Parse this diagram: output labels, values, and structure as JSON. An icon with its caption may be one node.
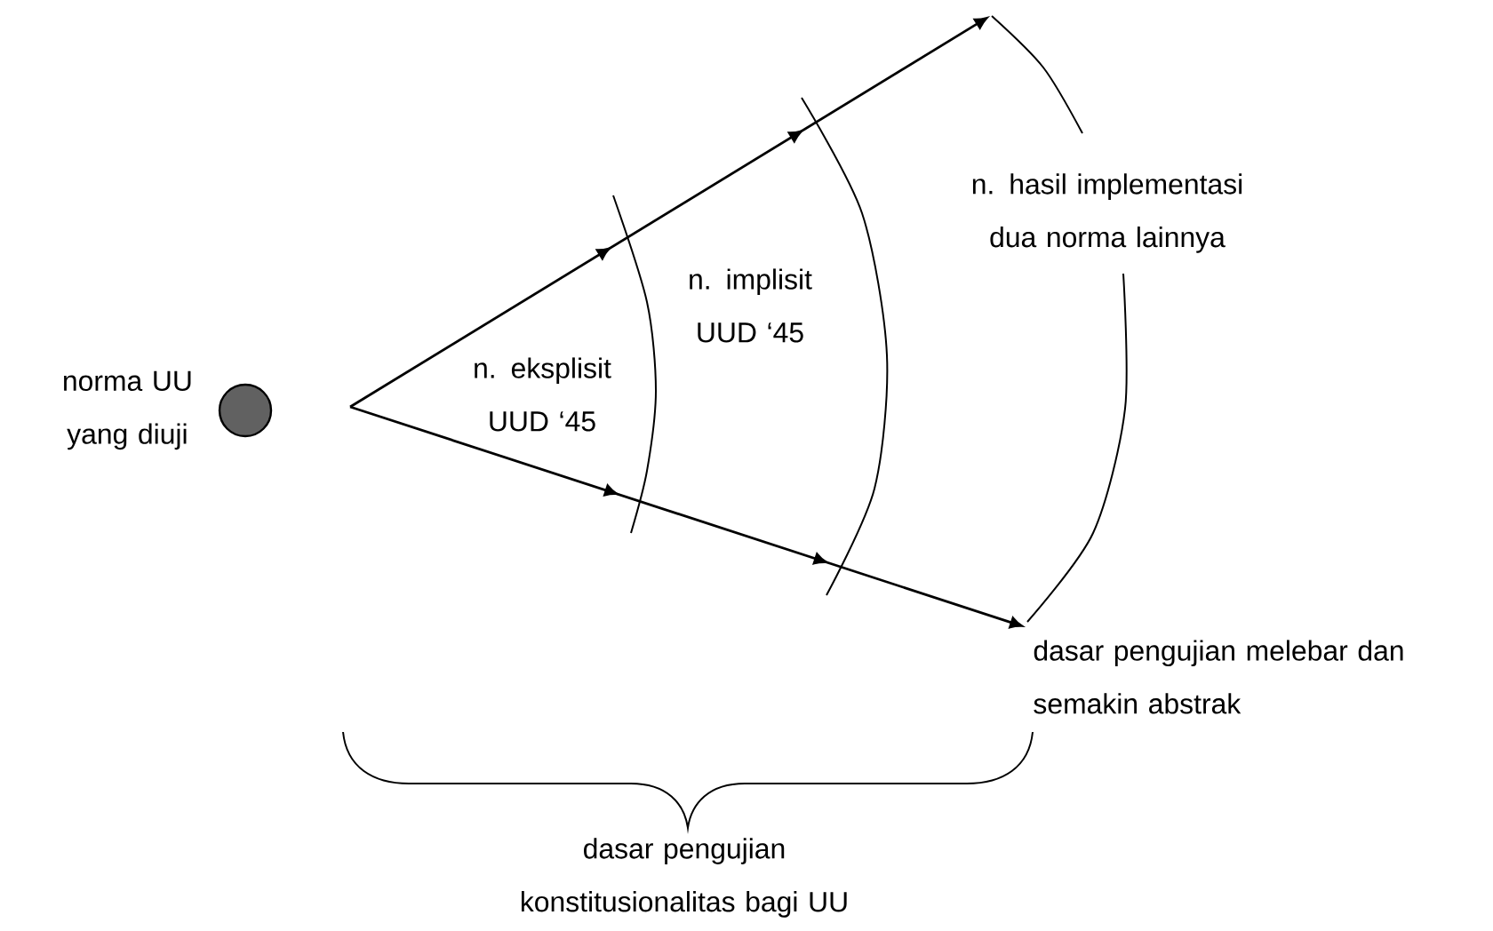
{
  "diagram": {
    "nodes": [
      {
        "text": [],
        "shape": "circle",
        "beside": [
          "norma UU yang diuji"
        ]
      }
    ],
    "labels": [
      "n. eksplisit UUD ‘45",
      "n. implisit UUD ‘45",
      "n. hasil implementasi dua norma lainnya",
      "dasar pengujian melebar dan semakin abstrak",
      "dasar pengujian konstitusionalitas bagi UU"
    ]
  }
}
